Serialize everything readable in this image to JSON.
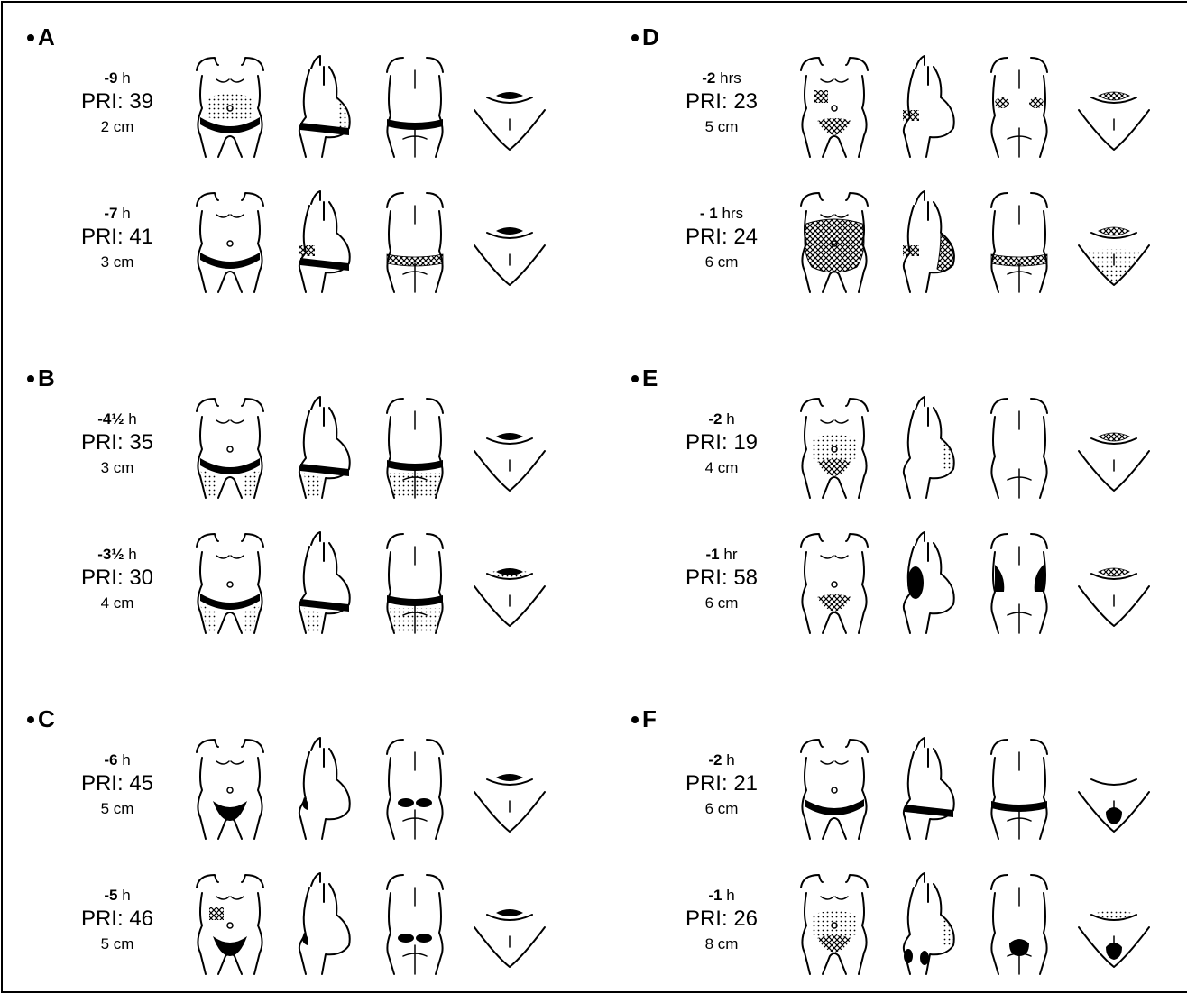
{
  "panels": [
    {
      "label": "A",
      "rows": [
        {
          "time_value": "-9",
          "time_unit": "h",
          "pri_label": "PRI:",
          "pri_value": "39",
          "cm": "2 cm",
          "marks": {
            "front": [
              "band",
              "dots"
            ],
            "side": [
              "band",
              "dots-belly"
            ],
            "back": [
              "band"
            ],
            "pelvis": [
              "top"
            ]
          }
        },
        {
          "time_value": "-7",
          "time_unit": "h",
          "pri_label": "PRI:",
          "pri_value": "41",
          "cm": "3 cm",
          "marks": {
            "front": [
              "band"
            ],
            "side": [
              "band",
              "cross-back"
            ],
            "back": [
              "cross-band"
            ],
            "pelvis": [
              "top"
            ]
          }
        }
      ]
    },
    {
      "label": "B",
      "rows": [
        {
          "time_value": "-4½",
          "time_unit": "h",
          "pri_label": "PRI:",
          "pri_value": "35",
          "cm": "3 cm",
          "marks": {
            "front": [
              "band",
              "dots-thigh"
            ],
            "side": [
              "band",
              "dots-thigh"
            ],
            "back": [
              "band",
              "dots-thigh"
            ],
            "pelvis": [
              "top"
            ]
          }
        },
        {
          "time_value": "-3½",
          "time_unit": "h",
          "pri_label": "PRI:",
          "pri_value": "30",
          "cm": "4 cm",
          "marks": {
            "front": [
              "band",
              "dots-thigh"
            ],
            "side": [
              "band",
              "dots-thigh"
            ],
            "back": [
              "band",
              "dots-thigh"
            ],
            "pelvis": [
              "top",
              "dots-top"
            ]
          }
        }
      ]
    },
    {
      "label": "C",
      "rows": [
        {
          "time_value": "-6",
          "time_unit": "h",
          "pri_label": "PRI:",
          "pri_value": "45",
          "cm": "5 cm",
          "marks": {
            "front": [
              "crescent"
            ],
            "side": [
              "spot-back"
            ],
            "back": [
              "kidneys"
            ],
            "pelvis": [
              "top"
            ]
          }
        },
        {
          "time_value": "-5",
          "time_unit": "h",
          "pri_label": "PRI:",
          "pri_value": "46",
          "cm": "5 cm",
          "marks": {
            "front": [
              "crescent",
              "cross-side"
            ],
            "side": [
              "spot-back"
            ],
            "back": [
              "kidneys"
            ],
            "pelvis": [
              "top"
            ]
          }
        }
      ]
    },
    {
      "label": "D",
      "rows": [
        {
          "time_value": "-2",
          "time_unit": "hrs",
          "pri_label": "PRI:",
          "pri_value": "23",
          "cm": "5 cm",
          "marks": {
            "front": [
              "cross-lower",
              "cross-side"
            ],
            "side": [
              "cross-back"
            ],
            "back": [
              "cross-kidneys"
            ],
            "pelvis": [
              "cross-top"
            ]
          }
        },
        {
          "time_value": "- 1",
          "time_unit": "hrs",
          "pri_label": "PRI:",
          "pri_value": "24",
          "cm": "6 cm",
          "marks": {
            "front": [
              "cross-full"
            ],
            "side": [
              "cross-belly",
              "cross-back"
            ],
            "back": [
              "cross-band"
            ],
            "pelvis": [
              "cross-top",
              "dots-bottom"
            ]
          }
        }
      ]
    },
    {
      "label": "E",
      "rows": [
        {
          "time_value": "-2",
          "time_unit": "h",
          "pri_label": "PRI:",
          "pri_value": "19",
          "cm": "4 cm",
          "marks": {
            "front": [
              "dots",
              "cross-lower"
            ],
            "side": [
              "dots-belly"
            ],
            "back": [],
            "pelvis": [
              "cross-top"
            ]
          }
        },
        {
          "time_value": "-1",
          "time_unit": "hr",
          "pri_label": "PRI:",
          "pri_value": "58",
          "cm": "6 cm",
          "marks": {
            "front": [
              "cross-lower"
            ],
            "side": [
              "blob-back"
            ],
            "back": [
              "flanks"
            ],
            "pelvis": [
              "cross-top"
            ]
          }
        }
      ]
    },
    {
      "label": "F",
      "rows": [
        {
          "time_value": "-2",
          "time_unit": "h",
          "pri_label": "PRI:",
          "pri_value": "21",
          "cm": "6 cm",
          "marks": {
            "front": [
              "band"
            ],
            "side": [
              "band"
            ],
            "back": [
              "band"
            ],
            "pelvis": [
              "blob-bottom"
            ]
          }
        },
        {
          "time_value": "-1",
          "time_unit": "h",
          "pri_label": "PRI:",
          "pri_value": "26",
          "cm": "8 cm",
          "marks": {
            "front": [
              "dots",
              "cross-lower"
            ],
            "side": [
              "dots-belly",
              "blob-thigh"
            ],
            "back": [
              "blob-sacrum"
            ],
            "pelvis": [
              "dots-top",
              "blob-bottom"
            ]
          }
        }
      ]
    }
  ]
}
